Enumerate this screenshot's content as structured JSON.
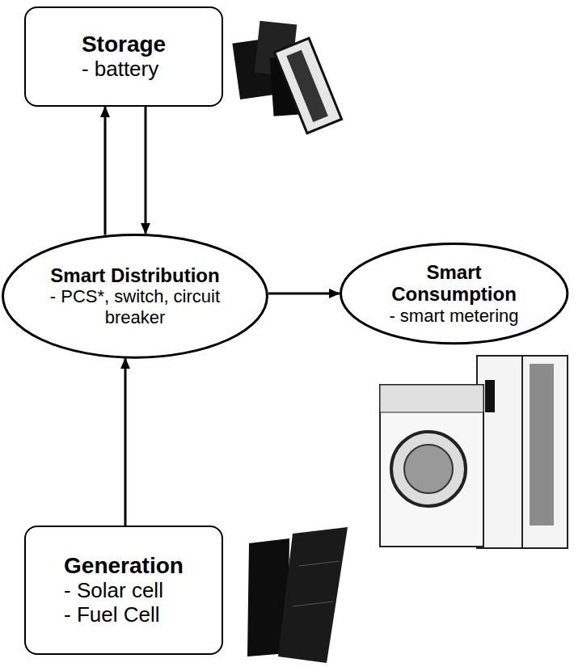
{
  "diagram": {
    "nodes": [
      {
        "text": [
          "Storage",
          "- battery"
        ]
      },
      {
        "text": [
          "Smart Distribution",
          "- PCS*, switch, circuit breaker"
        ]
      },
      {
        "text": [
          "Smart Consumption",
          "- smart metering"
        ]
      },
      {
        "text": [
          "Generation",
          "- Solar cell",
          "- Fuel Cell"
        ]
      }
    ],
    "edges": [
      {
        "from": 1,
        "to": 0,
        "arrow": "to"
      },
      {
        "from": 0,
        "to": 1,
        "arrow": "to"
      },
      {
        "from": 1,
        "to": 2,
        "arrow": "to"
      },
      {
        "from": 3,
        "to": 1,
        "arrow": "to"
      }
    ]
  }
}
